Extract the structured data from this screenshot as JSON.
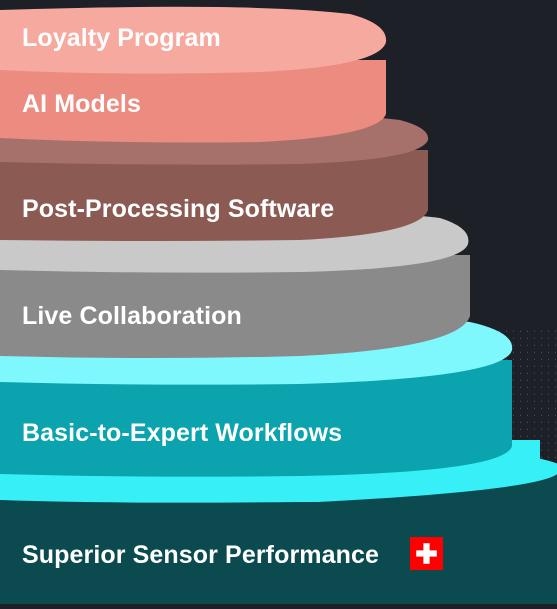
{
  "diagram": {
    "tiers": [
      {
        "id": "loyalty-program",
        "label": "Loyalty Program",
        "color": "#f6a99f"
      },
      {
        "id": "ai-models",
        "label": "AI Models",
        "color": "#ec8b80"
      },
      {
        "id": "post-processing-software",
        "label": "Post-Processing Software",
        "color": "#8b5a53"
      },
      {
        "id": "live-collaboration",
        "label": "Live Collaboration",
        "color": "#8a8a8a"
      },
      {
        "id": "basic-to-expert-workflows",
        "label": "Basic-to-Expert Workflows",
        "color": "#0aa3ae"
      },
      {
        "id": "superior-sensor-performance",
        "label": "Superior Sensor Performance",
        "color": "#0b4a4f"
      }
    ],
    "badge": {
      "icon": "swiss-flag-icon",
      "color": "#ff0000"
    },
    "background": "#1d2026"
  }
}
